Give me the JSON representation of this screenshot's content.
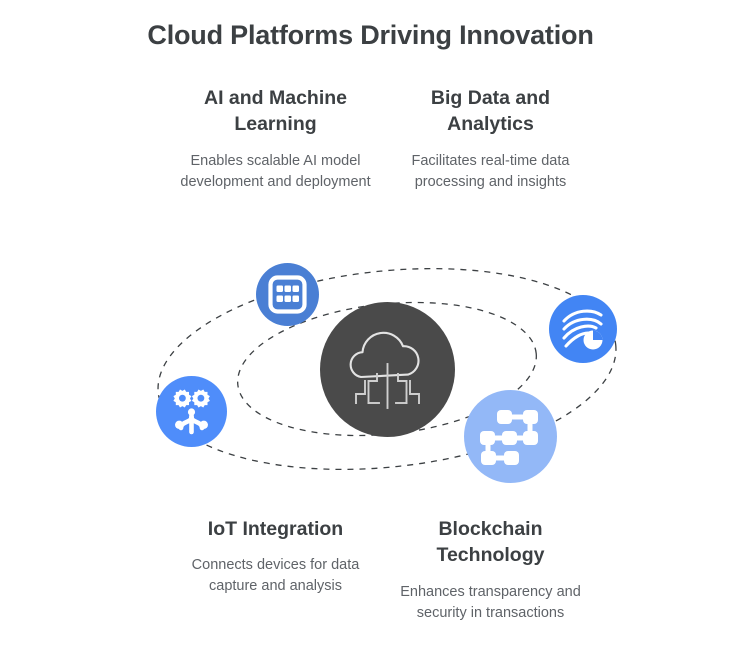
{
  "title": "Cloud Platforms Driving Innovation",
  "blocks": [
    {
      "id": "ai-machine-learning",
      "heading": "AI and Machine Learning",
      "body": "Enables scalable AI model development and deployment"
    },
    {
      "id": "big-data-analytics",
      "heading": "Big Data and Analytics",
      "body": "Facilitates real-time data processing and insights"
    },
    {
      "id": "iot-integration",
      "heading": "IoT Integration",
      "body": "Connects devices for data capture and analysis"
    },
    {
      "id": "blockchain-technology",
      "heading": "Blockchain Technology",
      "body": "Enhances transparency and security in transactions"
    }
  ],
  "diagram": {
    "center": {
      "icon": "cloud-circuit-icon",
      "circle_color": "#4a4a4a",
      "glyph_color": "#e8e8e8"
    },
    "nodes": [
      {
        "id": "grid",
        "icon": "grid-icon",
        "circle_color": "#4a7fd4",
        "glyph_color": "#ffffff",
        "linked_block": "ai-machine-learning"
      },
      {
        "id": "analytics",
        "icon": "data-streams-icon",
        "circle_color": "#4285f4",
        "glyph_color": "#ffffff",
        "linked_block": "big-data-analytics"
      },
      {
        "id": "gears",
        "icon": "gears-network-icon",
        "circle_color": "#4f8dfa",
        "glyph_color": "#ffffff",
        "linked_block": "iot-integration"
      },
      {
        "id": "blockchain",
        "icon": "node-network-icon",
        "circle_color": "#93b8f7",
        "glyph_color": "#ffffff",
        "linked_block": "blockchain-technology"
      }
    ],
    "orbits": {
      "stroke_color": "#3c4043",
      "style": "dashed",
      "count": 2
    }
  },
  "colors": {
    "background": "#ffffff",
    "heading_text": "#3c4043",
    "body_text": "#5f6368"
  }
}
